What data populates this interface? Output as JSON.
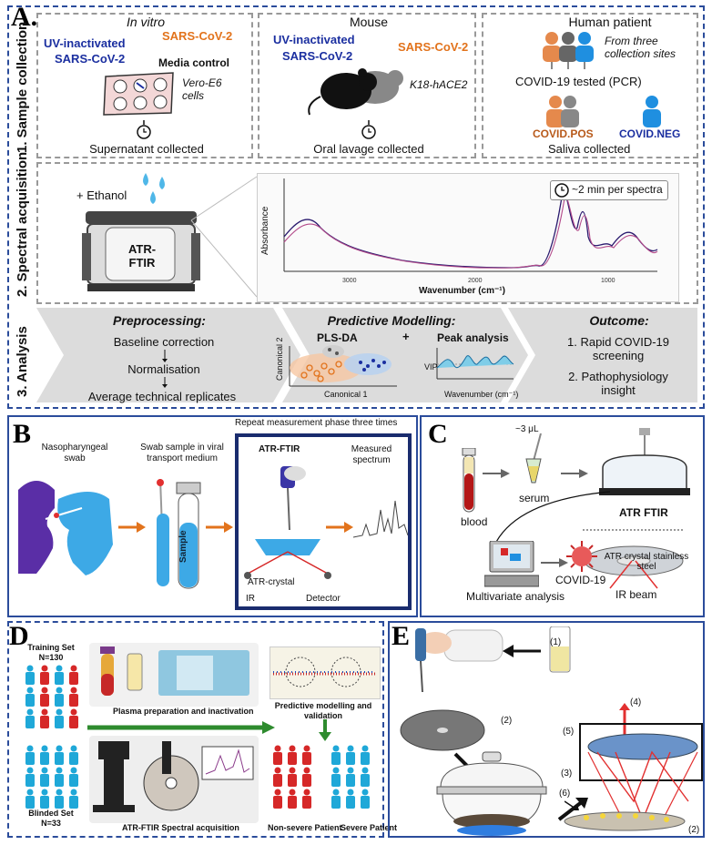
{
  "panel_a": {
    "letter": "A.",
    "row1_label": "1. Sample collection",
    "row2_label": "2. Spectral acquisition",
    "row3_label": "3. Analysis",
    "in_vitro": {
      "title": "In vitro",
      "uv": "UV-inactivated",
      "sars_blue": "SARS-CoV-2",
      "sars_orange": "SARS-CoV-2",
      "media": "Media control",
      "cells": "Vero-E6\ncells",
      "collected": "Supernatant collected"
    },
    "mouse": {
      "title": "Mouse",
      "uv": "UV-inactivated",
      "sars_blue": "SARS-CoV-2",
      "sars_orange": "SARS-CoV-2",
      "k18": "K18-hACE2",
      "collected": "Oral lavage collected"
    },
    "human": {
      "title": "Human patient",
      "sites": "From three\ncollection sites",
      "tested": "COVID-19 tested (PCR)",
      "pos": "COVID.POS",
      "neg": "COVID.NEG",
      "collected": "Saliva collected"
    },
    "spectral": {
      "ethanol": "+ Ethanol",
      "device": "ATR-\nFTIR",
      "time": "~2 min per spectra",
      "ylabel": "Absorbance",
      "xlabel": "Wavenumber (cm⁻¹)",
      "ticks": [
        "3000",
        "2000",
        "1000"
      ]
    },
    "analysis": {
      "pre_title": "Preprocessing:",
      "pre_steps": [
        "Baseline correction",
        "Normalisation",
        "Average technical replicates"
      ],
      "pm_title": "Predictive Modelling:",
      "plsda": "PLS-DA",
      "plus": "+",
      "peak": "Peak analysis",
      "comp2": "Canonical 2",
      "comp1": "Canonical 1",
      "vip": "VIP",
      "wn": "Wavenumber (cm⁻¹)",
      "out_title": "Outcome:",
      "out1": "1. Rapid COVID-19\nscreening",
      "out2": "2. Pathophysiology\ninsight"
    }
  },
  "panel_b": {
    "letter": "B",
    "repeat": "Repeat  measurement phase three times",
    "naso": "Nasopharyngeal\nswab",
    "swab": "Swab sample in viral\ntransport medium",
    "sample": "Sample",
    "atr": "ATR-FTIR",
    "measured": "Measured\nspectrum",
    "crystal": "ATR-crystal",
    "ir": "IR",
    "detector": "Detector"
  },
  "panel_c": {
    "letter": "C",
    "vol": "~3 μL",
    "blood": "blood",
    "serum": "serum",
    "atr": "ATR FTIR",
    "crystal": "ATR crystal stainless\nsteel",
    "beam": "IR beam",
    "covid": "COVID-19",
    "multi": "Multivariate analysis"
  },
  "panel_d": {
    "letter": "D",
    "training": "Training Set\nN=130",
    "blinded": "Blinded Set\nN=33",
    "plasma": "Plasma preparation and inactivation",
    "predictive": "Predictive modelling and\nvalidation",
    "acq": "ATR-FTIR Spectral acquisition",
    "nonsevere": "Non-severe Patient",
    "severe": "Severe Patient"
  },
  "panel_e": {
    "letter": "E",
    "labels": [
      "(1)",
      "(2)",
      "(3)",
      "(4)",
      "(5)",
      "(6)",
      "(2)"
    ]
  },
  "colors": {
    "border": "#2b4c9b",
    "blue_text": "#1b2fa0",
    "orange_text": "#e2731c",
    "pos": "#e5894c",
    "neg": "#1f8fe0",
    "red_person": "#d62828"
  }
}
